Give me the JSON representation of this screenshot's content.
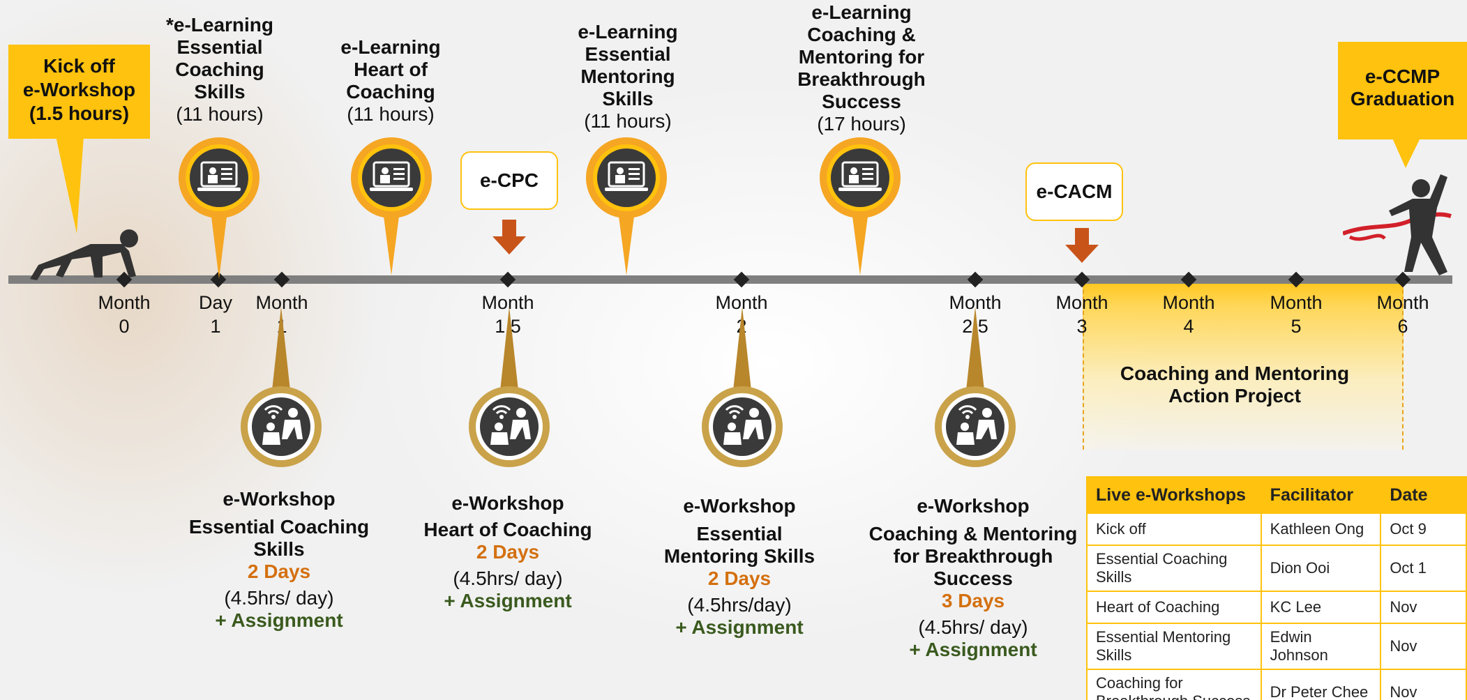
{
  "kickoff_callout": {
    "line1": "Kick off",
    "line2": "e-Workshop",
    "line3": "(1.5 hours)"
  },
  "graduation_callout": {
    "line1": "e-CCMP",
    "line2": "Graduation"
  },
  "elearning": [
    {
      "lines": [
        "*e-Learning",
        "Essential",
        "Coaching",
        "Skills"
      ],
      "hours": "(11 hours)"
    },
    {
      "lines": [
        "e-Learning",
        "Heart of",
        "Coaching"
      ],
      "hours": "(11 hours)"
    },
    {
      "lines": [
        "e-Learning",
        "Essential",
        "Mentoring",
        "Skills"
      ],
      "hours": "(11 hours)"
    },
    {
      "lines": [
        "e-Learning",
        "Coaching &",
        "Mentoring for",
        "Breakthrough",
        "Success"
      ],
      "hours": "(17 hours)"
    }
  ],
  "assessments": {
    "cpc": "e-CPC",
    "cacm": "e-CACM"
  },
  "ticks": [
    {
      "l1": "Month",
      "l2": "0"
    },
    {
      "l1": "Day",
      "l2": "1"
    },
    {
      "l1": "Month",
      "l2": "1"
    },
    {
      "l1": "Month",
      "l2": "1.5"
    },
    {
      "l1": "Month",
      "l2": "2"
    },
    {
      "l1": "Month",
      "l2": "2.5"
    },
    {
      "l1": "Month",
      "l2": "3"
    },
    {
      "l1": "Month",
      "l2": "4"
    },
    {
      "l1": "Month",
      "l2": "5"
    },
    {
      "l1": "Month",
      "l2": "6"
    }
  ],
  "project": {
    "line1": "Coaching and Mentoring",
    "line2": "Action Project"
  },
  "workshops": [
    {
      "head": "e-Workshop",
      "title": [
        "Essential Coaching",
        "Skills"
      ],
      "days": "2 Days",
      "hrs": "(4.5hrs/ day)",
      "assign": "+ Assignment"
    },
    {
      "head": "e-Workshop",
      "title": [
        "Heart of Coaching"
      ],
      "days": "2 Days",
      "hrs": "(4.5hrs/ day)",
      "assign": "+ Assignment"
    },
    {
      "head": "e-Workshop",
      "title": [
        "Essential",
        "Mentoring Skills"
      ],
      "days": "2 Days",
      "hrs": "(4.5hrs/day)",
      "assign": "+ Assignment"
    },
    {
      "head": "e-Workshop",
      "title": [
        "Coaching & Mentoring",
        "for Breakthrough",
        "Success"
      ],
      "days": "3 Days",
      "hrs": "(4.5hrs/ day)",
      "assign": "+ Assignment"
    }
  ],
  "table": {
    "headers": [
      "Live e-Workshops",
      "Facilitator",
      "Date"
    ],
    "rows": [
      [
        "Kick off",
        "Kathleen Ong",
        "Oct 9"
      ],
      [
        "Essential Coaching Skills",
        "Dion Ooi",
        "Oct 1"
      ],
      [
        "Heart of Coaching",
        "KC Lee",
        "Nov"
      ],
      [
        "Essential Mentoring Skills",
        "Edwin Johnson",
        "Nov"
      ],
      [
        "Coaching for Breakthrough Success",
        "Dr Peter Chee",
        "Nov"
      ]
    ]
  },
  "colors": {
    "accent": "#FFC20E",
    "orange": "#D4700F",
    "green": "#3A5A1E",
    "arrow": "#C8541A",
    "bar": "#7f7f7f"
  }
}
